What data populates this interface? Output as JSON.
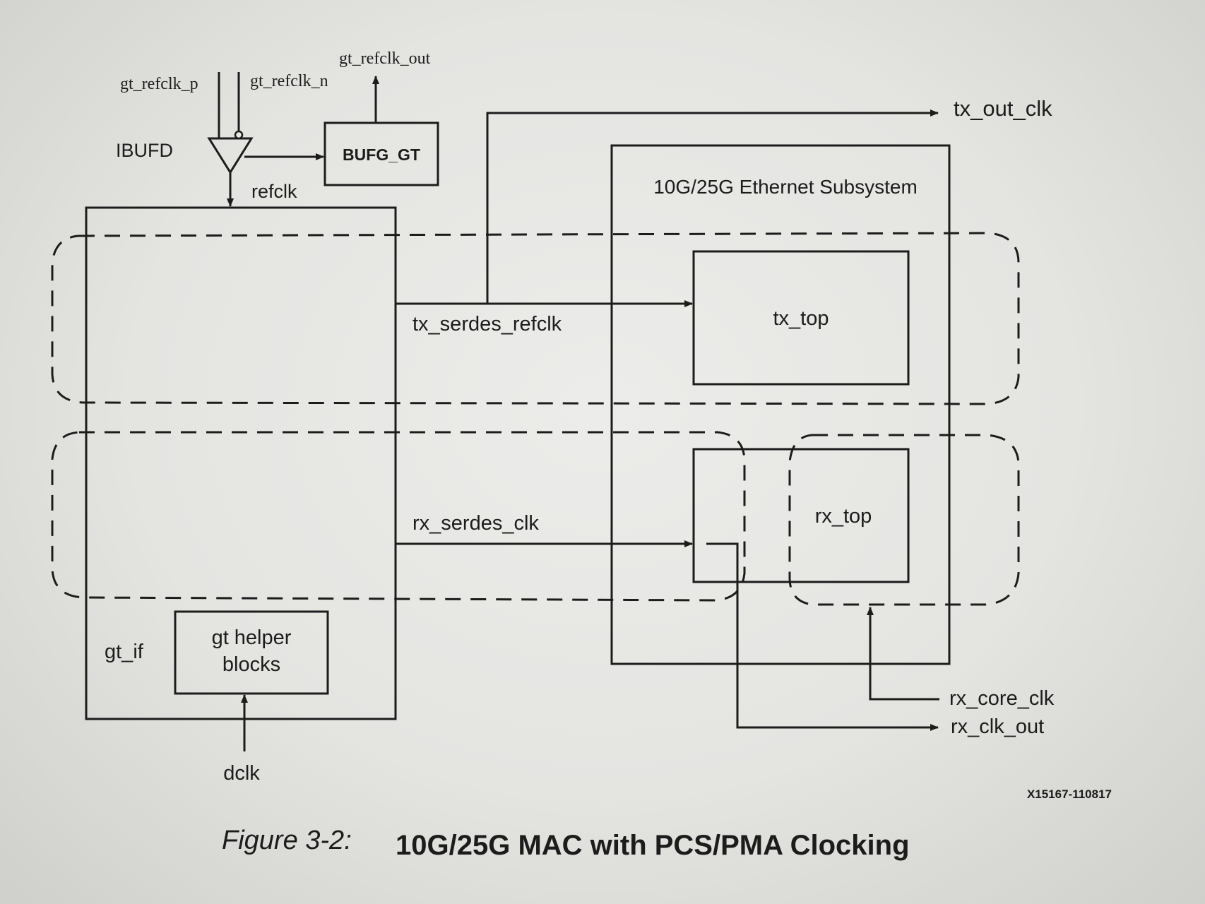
{
  "diagram": {
    "inputs": {
      "refclk_p": "gt_refclk_p",
      "refclk_n": "gt_refclk_n"
    },
    "gt_refclk_out": "gt_refclk_out",
    "ibufd": "IBUFD",
    "bufg_gt": "BUFG_GT",
    "refclk": "refclk",
    "tx_out_clk": "tx_out_clk",
    "subsystem_title": "10G/25G Ethernet Subsystem",
    "tx_top": "tx_top",
    "rx_top": "rx_top",
    "tx_serdes_refclk": "tx_serdes_refclk",
    "rx_serdes_clk": "rx_serdes_clk",
    "gt_if": "gt_if",
    "gt_helper_line1": "gt helper",
    "gt_helper_line2": "blocks",
    "dclk": "dclk",
    "rx_core_clk": "rx_core_clk",
    "rx_clk_out": "rx_clk_out",
    "figure_id": "X15167-110817"
  },
  "caption": {
    "label": "Figure 3-2:",
    "title": "10G/25G MAC with PCS/PMA Clocking"
  },
  "colors": {
    "ink": "#1c1c1c",
    "paper": "#e8e8e5"
  }
}
